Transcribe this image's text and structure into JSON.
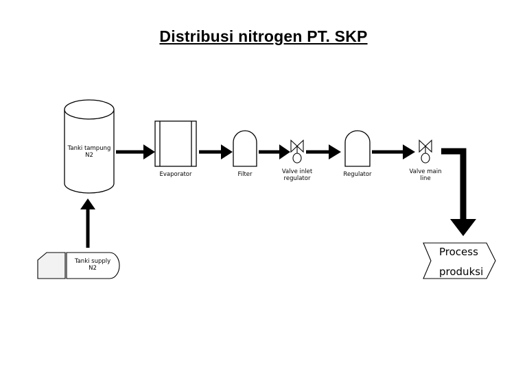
{
  "title": "Distribusi nitrogen PT. SKP",
  "nodes": {
    "tank_storage": "Tanki tampung\nN2",
    "evaporator": "Evaporator",
    "filter": "Filter",
    "valve_inlet": "Valve inlet\nregulator",
    "regulator": "Regulator",
    "valve_main": "Valve main\nline",
    "process": "Process\nproduksi",
    "tank_supply": "Tanki supply\nN2"
  },
  "flows": [
    {
      "from": "tank_supply",
      "to": "tank_storage"
    },
    {
      "from": "tank_storage",
      "to": "evaporator"
    },
    {
      "from": "evaporator",
      "to": "filter"
    },
    {
      "from": "filter",
      "to": "valve_inlet"
    },
    {
      "from": "valve_inlet",
      "to": "regulator"
    },
    {
      "from": "regulator",
      "to": "valve_main"
    },
    {
      "from": "valve_main",
      "to": "process"
    }
  ],
  "colors": {
    "line": "#000000",
    "fill": "#ffffff"
  }
}
